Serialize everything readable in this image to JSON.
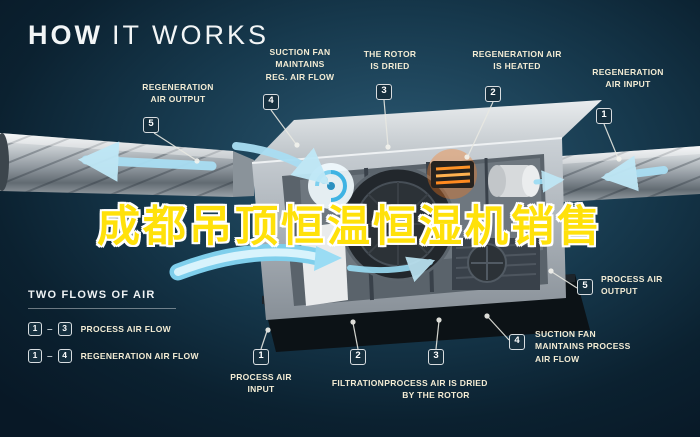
{
  "title": {
    "bold": "HOW",
    "light": "IT WORKS"
  },
  "overlay_text": "成都吊顶恒温恒湿机销售",
  "callouts": [
    {
      "num": "5",
      "label": "REGENERATION\nAIR OUTPUT"
    },
    {
      "num": "4",
      "label": "SUCTION FAN\nMAINTAINS\nREG. AIR FLOW"
    },
    {
      "num": "3",
      "label": "THE ROTOR\nIS DRIED"
    },
    {
      "num": "2",
      "label": "REGENERATION AIR\nIS HEATED"
    },
    {
      "num": "1",
      "label": "REGENERATION\nAIR INPUT"
    },
    {
      "num": "5",
      "label": "PROCESS AIR\nOUTPUT"
    },
    {
      "num": "4",
      "label": "SUCTION FAN\nMAINTAINS PROCESS\nAIR FLOW"
    },
    {
      "num": "1",
      "label": "PROCESS AIR\nINPUT"
    },
    {
      "num": "2",
      "label": "FILTRATION"
    },
    {
      "num": "3",
      "label": "PROCESS AIR IS DRIED\nBY THE ROTOR"
    }
  ],
  "legend": {
    "title": "TWO FLOWS OF AIR",
    "separator": "–",
    "rows": [
      {
        "from": "1",
        "to": "3",
        "label": "PROCESS AIR FLOW"
      },
      {
        "from": "1",
        "to": "4",
        "label": "REGENERATION AIR FLOW"
      }
    ]
  },
  "colors": {
    "accent_yellow": "#ffe10a",
    "airflow_blue": "#a9def3",
    "background_navy": "#0e2533",
    "label_cream": "#f3ecd4",
    "heater_orange": "#ff8a1f"
  }
}
